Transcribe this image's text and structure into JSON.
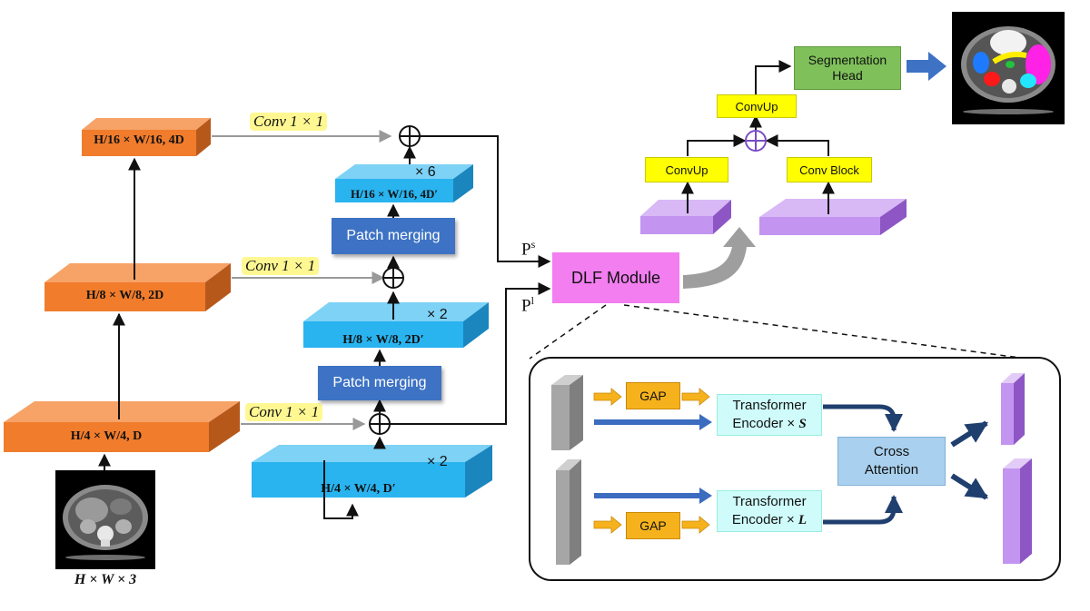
{
  "encoder": {
    "level1_label": "H/4 × W/4, D",
    "level2_label": "H/8 × W/8, 2D",
    "level3_label": "H/16 × W/16, 4D",
    "input_label": "H × W × 3",
    "conv_label": "Conv 1 × 1"
  },
  "transformer": {
    "level1_label": "H/4 × W/4, D′",
    "level2_label": "H/8 × W/8, 2D′",
    "level3_label": "H/16 × W/16, 4D′",
    "level1_repeat": "× 2",
    "level2_repeat": "× 2",
    "level3_repeat": "× 6",
    "patch_merging_label": "Patch merging"
  },
  "dlf": {
    "module_label": "DLF Module",
    "ps_label": "P",
    "ps_sup": "s",
    "pl_label": "P",
    "pl_sup": "l"
  },
  "decoder": {
    "convup_label": "ConvUp",
    "conv_block_label": "Conv Block",
    "seg_head_line1": "Segmentation",
    "seg_head_line2": "Head"
  },
  "detail": {
    "gap_label": "GAP",
    "transformer_line1": "Transformer",
    "encoder_s_prefix": "Encoder × ",
    "encoder_s_var": "S",
    "encoder_l_prefix": "Encoder × ",
    "encoder_l_var": "L",
    "cross_line1": "Cross",
    "cross_line2": "Attention"
  },
  "colors": {
    "encoder_orange": "#f07c2c",
    "transformer_blue": "#29b3ef",
    "patch_blue": "#3d72c4",
    "feature_purple": "#c394f0",
    "dlf_pink": "#f27ef0",
    "convup_yellow": "#ffff00",
    "seg_green": "#7fc05a",
    "gap_orange": "#f6b21c",
    "transformer_cyan": "#cffcfb",
    "cross_blue": "#a9d0ee"
  },
  "icons": [
    "add-circle-icon",
    "arrow-icon"
  ]
}
